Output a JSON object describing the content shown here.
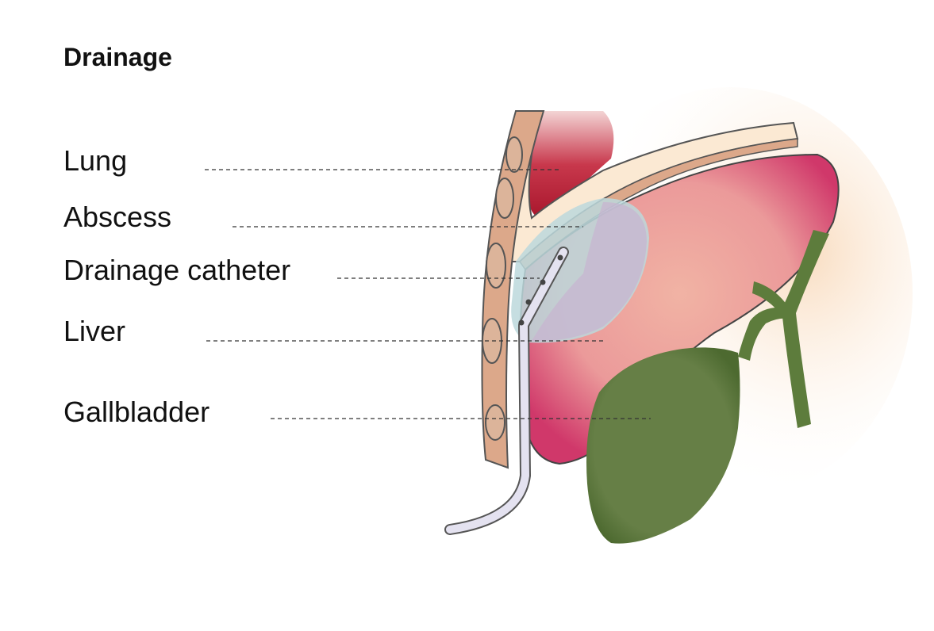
{
  "title": "Drainage",
  "labels": {
    "lung": "Lung",
    "abscess": "Abscess",
    "catheter": "Drainage catheter",
    "liver": "Liver",
    "gallbladder": "Gallbladder"
  },
  "colors": {
    "liver": "#e9708a",
    "liver_edge": "#c8285a",
    "lung": "#b81e3a",
    "chest_wall": "#dca88a",
    "diaphragm": "#fbe9d3",
    "abscess": "#bcd8dc",
    "gallbladder": "#627f42",
    "catheter": "#e4e2f0"
  }
}
